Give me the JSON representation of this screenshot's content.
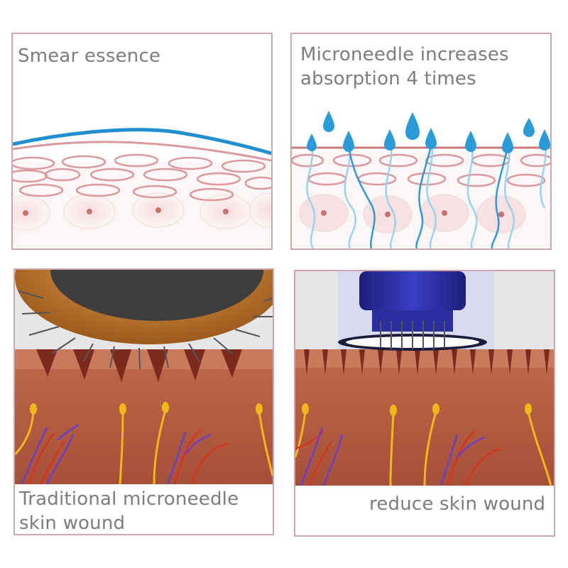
{
  "panels": [
    {
      "caption": "Smear essence",
      "illustration": "skin-layer-with-essence"
    },
    {
      "caption": "Microneedle increases absorption 4 times",
      "illustration": "droplets-absorbing-into-skin"
    },
    {
      "caption": "Traditional microneedle skin wound",
      "illustration": "roller-needles-puncturing-skin"
    },
    {
      "caption": "reduce skin wound",
      "illustration": "pen-needles-puncturing-skin"
    }
  ],
  "colors": {
    "border": "#c9a9ad",
    "caption": "#7d7d7d",
    "essence_line": "#1f8fcf",
    "cell_outline": "#d9999e",
    "skin_tissue": "#a8553d",
    "nerve": "#f0b81a",
    "vein": "#6b3fc8",
    "artery": "#d6341f"
  }
}
